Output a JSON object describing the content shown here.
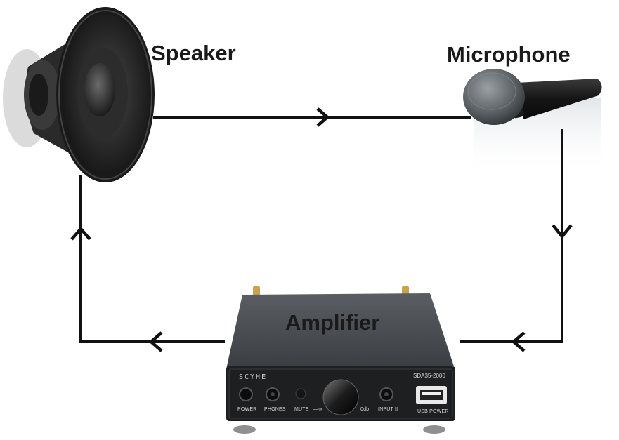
{
  "labels": {
    "speaker": "Speaker",
    "microphone": "Microphone",
    "amplifier": "Amplifier"
  },
  "amplifier_panel": {
    "brand": "SCYHE",
    "model": "SDA35-2000",
    "controls": {
      "power": "POWER",
      "phones": "PHONES",
      "mute": "MUTE",
      "vol_min": "—∞",
      "vol_max": "0db",
      "input": "INPUT II",
      "usb": "USB POWER"
    }
  },
  "colors": {
    "line": "#111111",
    "label": "#1a1a1a",
    "amp_body": "#3a3d40",
    "amp_face": "#1e1f21"
  }
}
